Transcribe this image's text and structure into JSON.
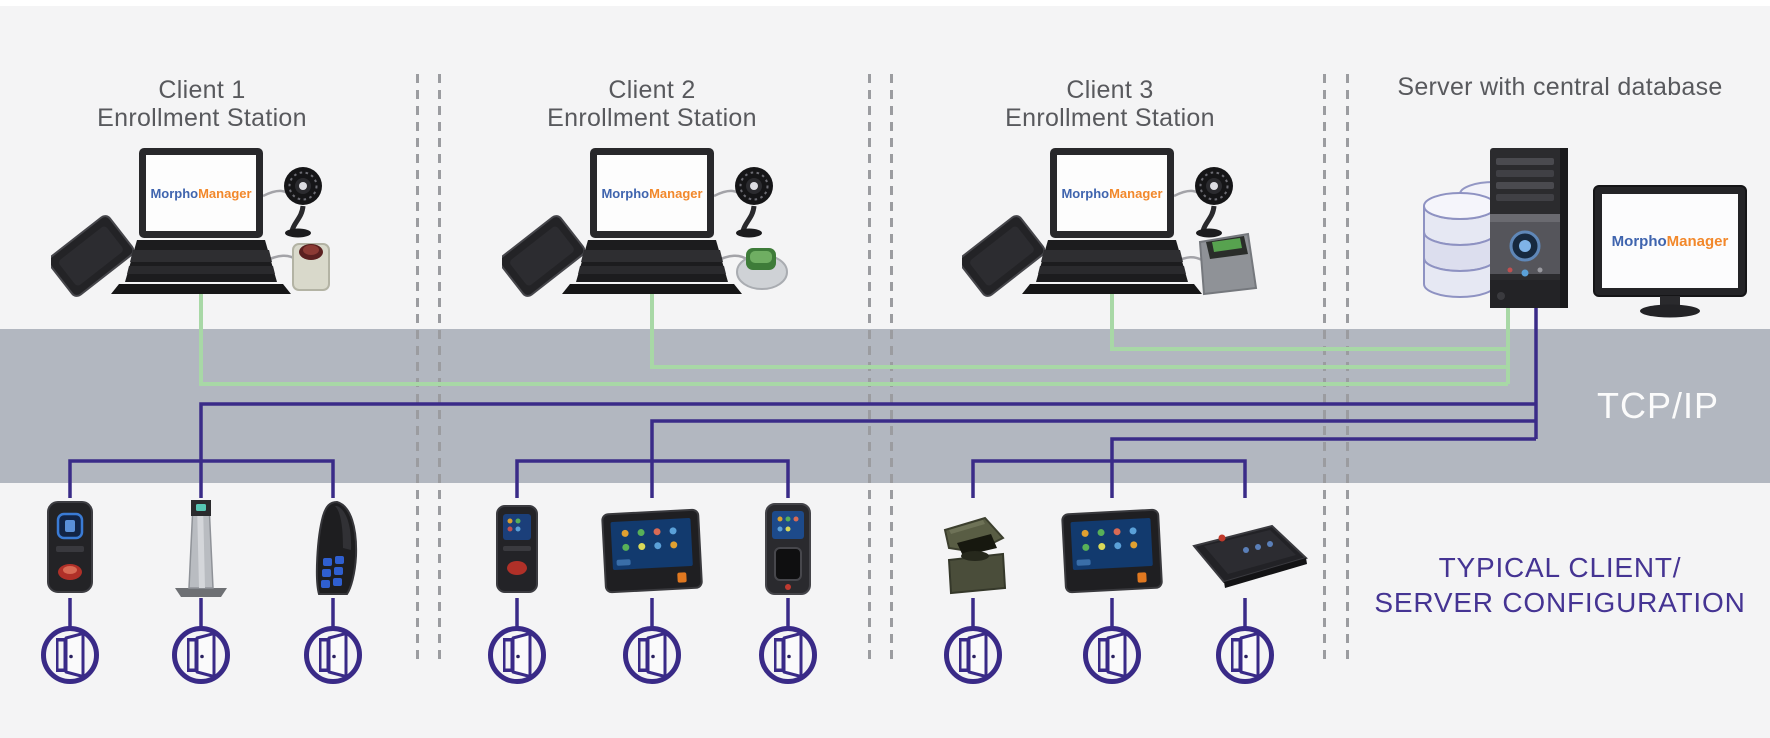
{
  "diagram": {
    "band_label": "TCP/IP",
    "caption_line1": "TYPICAL CLIENT/",
    "caption_line2": "SERVER CONFIGURATION"
  },
  "columns": [
    {
      "id": "client-1",
      "title_line1": "Client 1",
      "title_line2": "Enrollment Station"
    },
    {
      "id": "client-2",
      "title_line1": "Client 2",
      "title_line2": "Enrollment Station"
    },
    {
      "id": "client-3",
      "title_line1": "Client 3",
      "title_line2": "Enrollment Station"
    },
    {
      "id": "server",
      "title_line1": "Server with central database",
      "title_line2": ""
    }
  ],
  "logo": {
    "part1": "Morpho",
    "part2": "Manager",
    "part1_color": "#3f64ae",
    "part2_color": "#f2882b"
  },
  "colors": {
    "background": "#f4f4f5",
    "band": "#b2b7c0",
    "line_green": "#a8d8a6",
    "line_purple": "#3a2b88",
    "door_purple": "#392a87",
    "caption_purple": "#453493",
    "title_gray": "#58595d",
    "band_label_white": "#fbfbfb",
    "separator_gray": "#9b9ca0"
  },
  "devices": {
    "group1": [
      "wall-reader",
      "tower-reader",
      "curved-reader"
    ],
    "group2": [
      "compact-terminal",
      "touchscreen-terminal",
      "fingerprint-terminal"
    ],
    "group3": [
      "desktop-fingerprint-scanner",
      "touchscreen-terminal",
      "flat-panel-reader"
    ],
    "doors_per_group": 3
  },
  "stations": {
    "client_equipment": [
      "external-drive",
      "laptop",
      "webcam",
      "fingerprint-scanner"
    ],
    "server_equipment": [
      "database-stack",
      "server-tower",
      "monitor"
    ]
  }
}
